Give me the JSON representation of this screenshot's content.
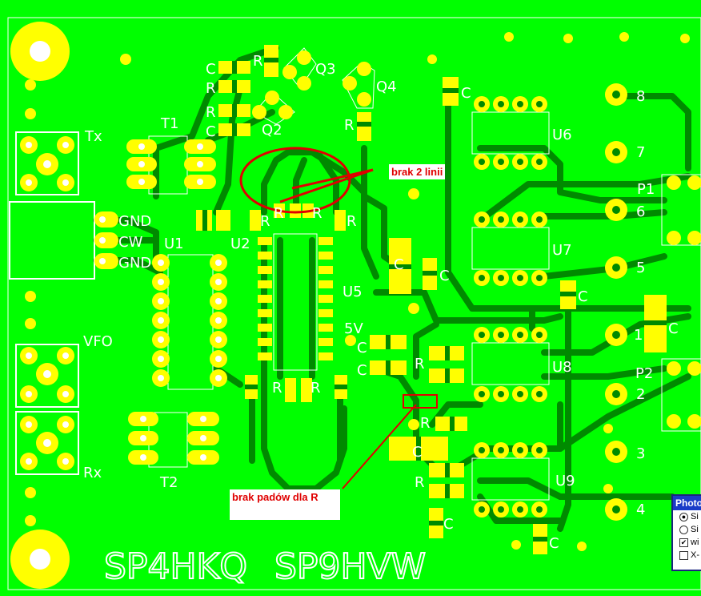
{
  "board": {
    "callsigns": [
      "SP4HKQ",
      "SP9HVW"
    ],
    "colors": {
      "background": "#00ff00",
      "track": "#008a00",
      "pad": "#ffff00",
      "silk": "#ffffff",
      "annotation": "#e00000"
    },
    "labels": {
      "tx": "Tx",
      "vfo": "VFO",
      "rx": "Rx",
      "t1": "T1",
      "t2": "T2",
      "u1": "U1",
      "u2": "U2",
      "u5": "U5",
      "u6": "U6",
      "u7": "U7",
      "u8": "U8",
      "u9": "U9",
      "q2": "Q2",
      "q3": "Q3",
      "q4": "Q4",
      "p1": "P1",
      "p2": "P2",
      "gnd1": "GND",
      "cw": "CW",
      "gnd2": "GND",
      "v5": "5V",
      "pin8": "8",
      "pin7": "7",
      "pin6": "6",
      "pin5": "5",
      "pin1": "1",
      "pin2": "2",
      "pin3": "3",
      "pin4": "4",
      "r": "R",
      "c": "C"
    }
  },
  "annotations": {
    "missing_lines": "brak 2 linii",
    "missing_pads": "brak padów dla R"
  },
  "photo_panel": {
    "title": "Photo",
    "options": [
      {
        "label": "Si",
        "type": "radio",
        "checked": true
      },
      {
        "label": "Si",
        "type": "radio",
        "checked": false
      },
      {
        "label": "wi",
        "type": "checkbox",
        "checked": true
      },
      {
        "label": "X-",
        "type": "checkbox",
        "checked": false
      }
    ]
  }
}
